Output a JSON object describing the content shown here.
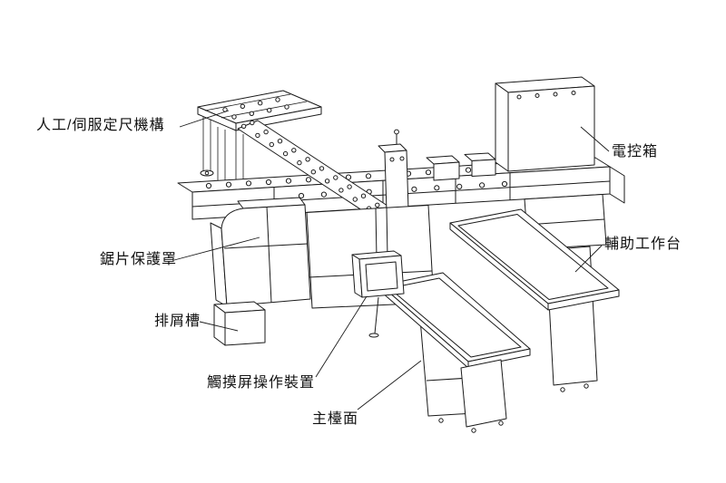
{
  "figure": {
    "background": "#ffffff",
    "line_color": "#1a1a1a",
    "labels": {
      "sizing_mechanism": "人工/伺服定尺機構",
      "control_box": "電控箱",
      "blade_guard": "鋸片保護罩",
      "aux_table": "輔助工作台",
      "chip_chute": "排屑槽",
      "touch_panel": "觸摸屏操作裝置",
      "main_table": "主檯面"
    }
  }
}
